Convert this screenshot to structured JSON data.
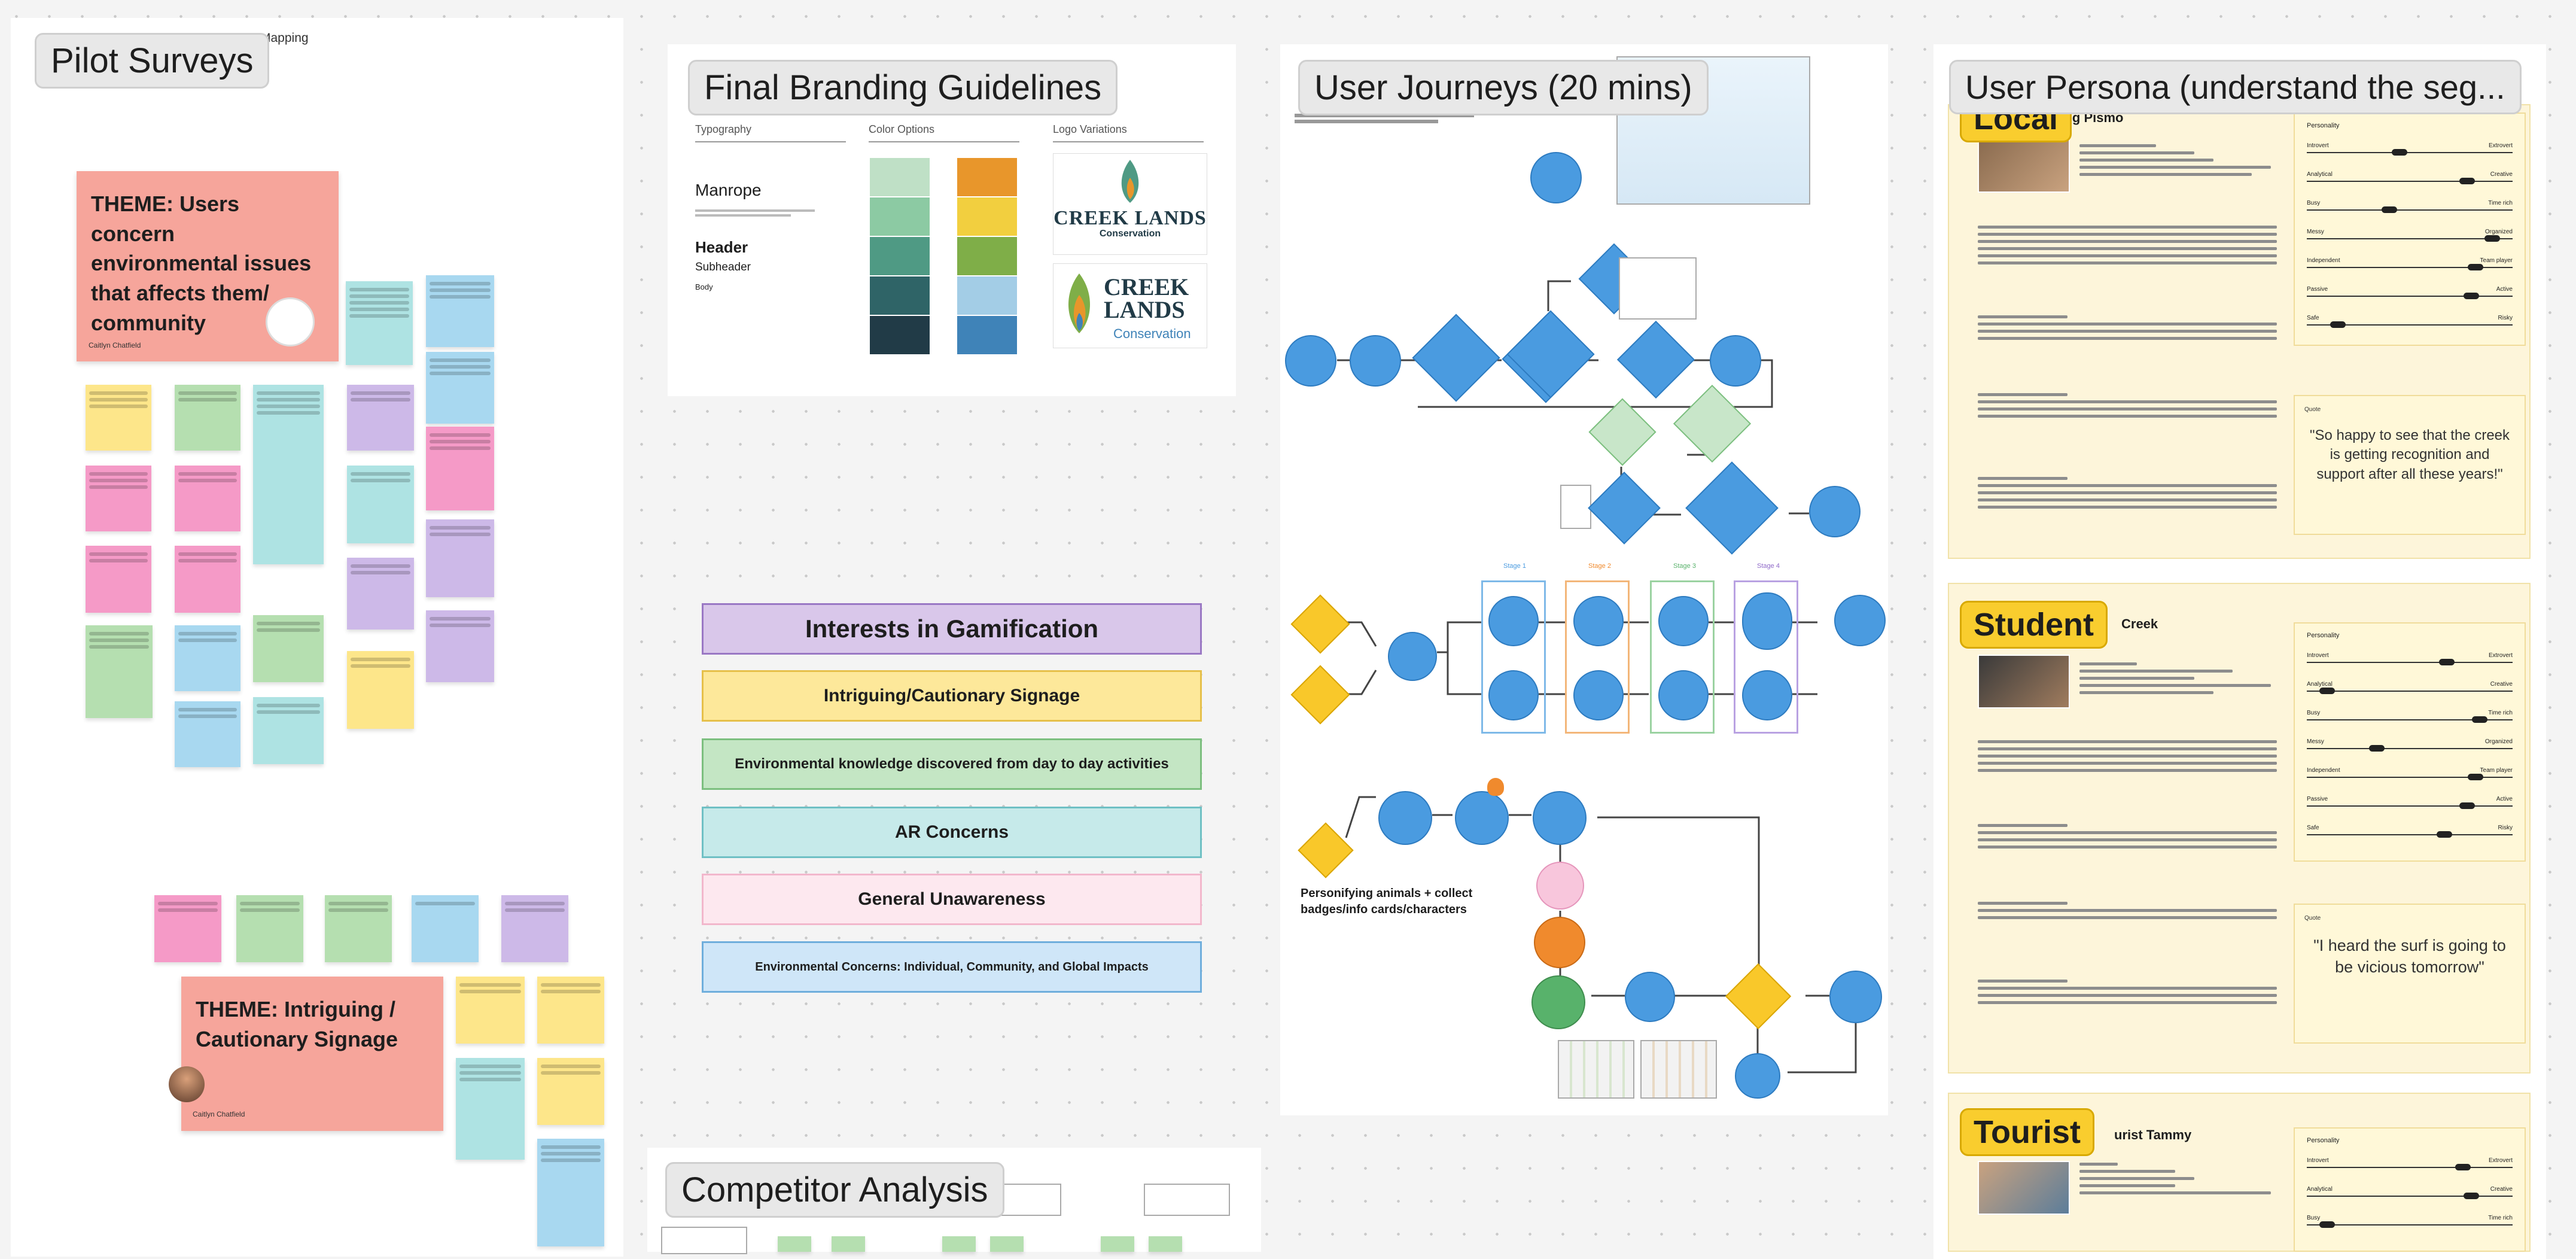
{
  "sections": {
    "pilot_surveys": "Pilot Surveys",
    "branding": "Final Branding Guidelines",
    "journeys": "User Journeys (20 mins)",
    "persona": "User Persona (understand the seg...",
    "competitor": "Competitor Analysis"
  },
  "pilot": {
    "behind_label": "Mapping",
    "theme1": "THEME: Users concern environmental issues that affects them/ community",
    "theme2": "THEME: Intriguing / Cautionary Signage",
    "author": "Caitlyn Chatfield"
  },
  "branding": {
    "typography_label": "Typography",
    "color_label": "Color Options",
    "logo_label": "Logo Variations",
    "font_name": "Manrope",
    "header": "Header",
    "subheader": "Subheader",
    "body": "Body",
    "logo_line1": "CREEK LANDS",
    "logo_line2": "Conservation"
  },
  "gamification": {
    "title": "Interests in Gamification",
    "items": [
      "Intriguing/Cautionary Signage",
      "Environmental knowledge discovered from day to day activities",
      "AR Concerns",
      "General Unawareness",
      "Environmental Concerns: Individual, Community, and Global Impacts"
    ]
  },
  "journeys": {
    "stages": [
      "Stage 1",
      "Stage 2",
      "Stage 3",
      "Stage 4"
    ],
    "personify_note": "Personifying animals + collect badges/info cards/characters"
  },
  "personas": [
    {
      "tag": "Local",
      "name": "Greg Pismo",
      "quote": "\"So happy to see that the creek is getting recognition and support after all these years!\""
    },
    {
      "tag": "Student",
      "name": "Creek",
      "quote": "\"I heard the surf is going to be vicious tomorrow\""
    },
    {
      "tag": "Tourist",
      "name": "urist Tammy",
      "quote": ""
    }
  ],
  "persona_labels": {
    "personality": "Personality",
    "quote_label": "Quote",
    "traits": [
      [
        "Introvert",
        "Extrovert"
      ],
      [
        "Analytical",
        "Creative"
      ],
      [
        "Busy",
        "Time rich"
      ],
      [
        "Messy",
        "Organized"
      ],
      [
        "Independent",
        "Team player"
      ],
      [
        "Passive",
        "Active"
      ],
      [
        "Safe",
        "Risky"
      ]
    ]
  },
  "colors": {
    "theme_red": "#f6a59b",
    "sticky_yellow": "#fde68a",
    "sticky_green": "#b5dfb0",
    "sticky_blue": "#a8d8f0",
    "sticky_purple": "#cdb9e8",
    "sticky_pink": "#f59ac7",
    "sticky_teal": "#aee3e3",
    "node_blue": "#4a9be0",
    "persona_yellow": "#f9cd2e"
  }
}
